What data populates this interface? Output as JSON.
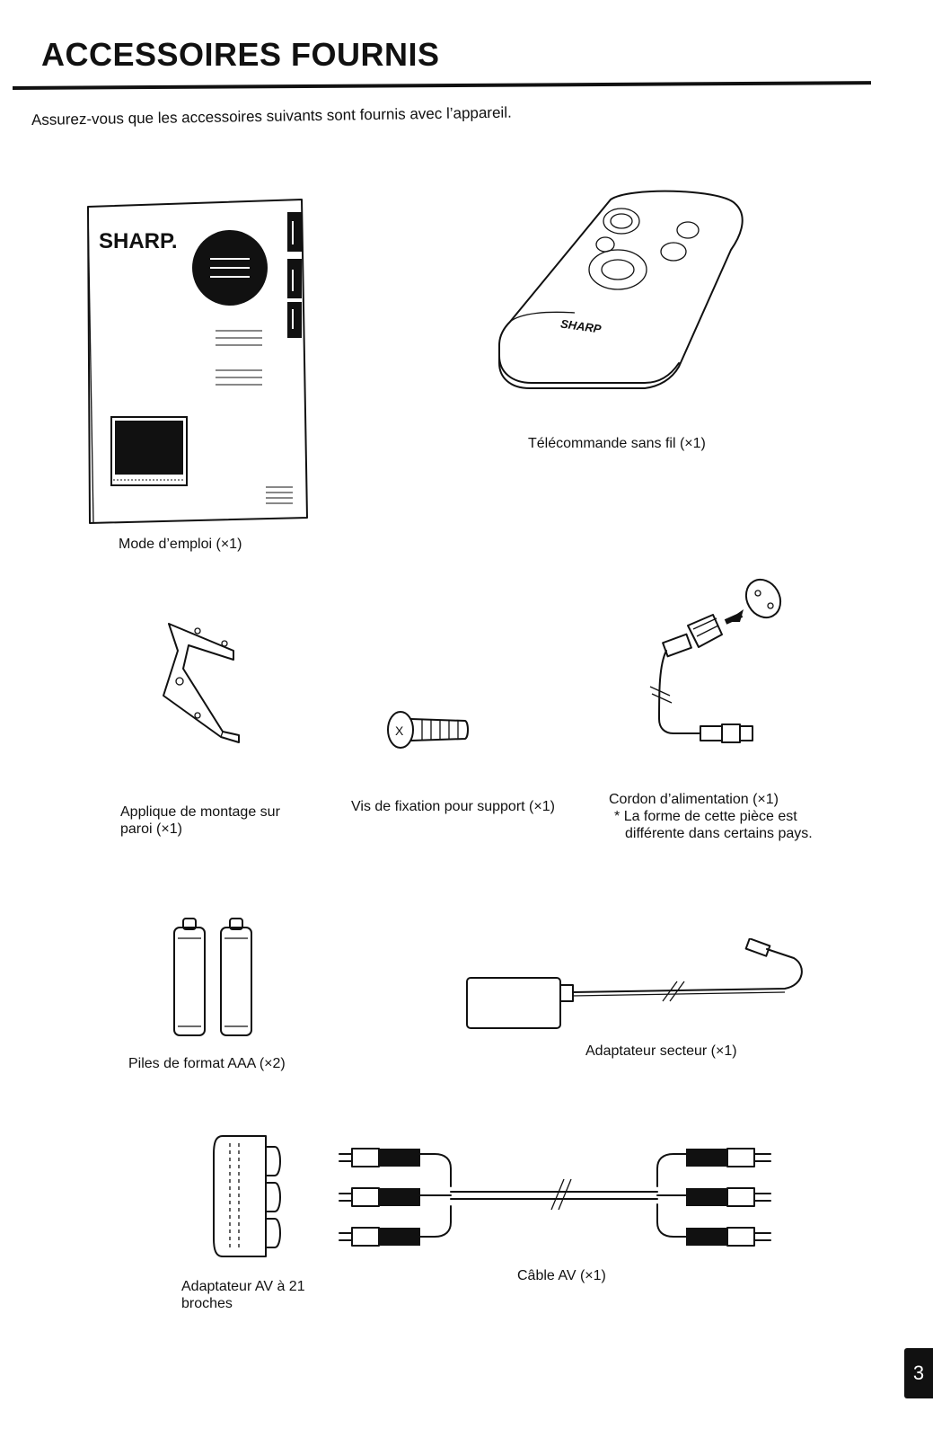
{
  "page": {
    "title": "ACCESSOIRES FOURNIS",
    "intro": "Assurez-vous que les accessoires suivants sont fournis avec l’appareil.",
    "page_number": "3"
  },
  "accessories": [
    {
      "id": "manual",
      "caption": "Mode d’emploi (×1)",
      "icon": "manual-icon",
      "logo_text": "SHARP."
    },
    {
      "id": "remote",
      "caption": "Télécommande sans fil (×1)",
      "icon": "remote-control-icon",
      "logo_text": "SHARP"
    },
    {
      "id": "bracket",
      "caption": "Applique de montage sur paroi  (×1)",
      "icon": "wall-bracket-icon"
    },
    {
      "id": "screw",
      "caption": "Vis de fixation pour support (×1)",
      "icon": "screw-icon"
    },
    {
      "id": "power_cord",
      "caption": "Cordon d’alimentation (×1)",
      "note": "La forme de cette pièce est différente dans certains pays.",
      "note_marker": "*",
      "icon": "power-cord-icon"
    },
    {
      "id": "batteries",
      "caption": "Piles de format AAA (×2)",
      "icon": "battery-icon"
    },
    {
      "id": "ac_adapter",
      "caption": "Adaptateur secteur  (×1)",
      "icon": "ac-adapter-icon"
    },
    {
      "id": "scart_adapter",
      "caption": "Adaptateur AV à 21 broches",
      "icon": "scart-adapter-icon"
    },
    {
      "id": "av_cable",
      "caption": "Câble AV  (×1)",
      "icon": "av-cable-icon"
    }
  ]
}
